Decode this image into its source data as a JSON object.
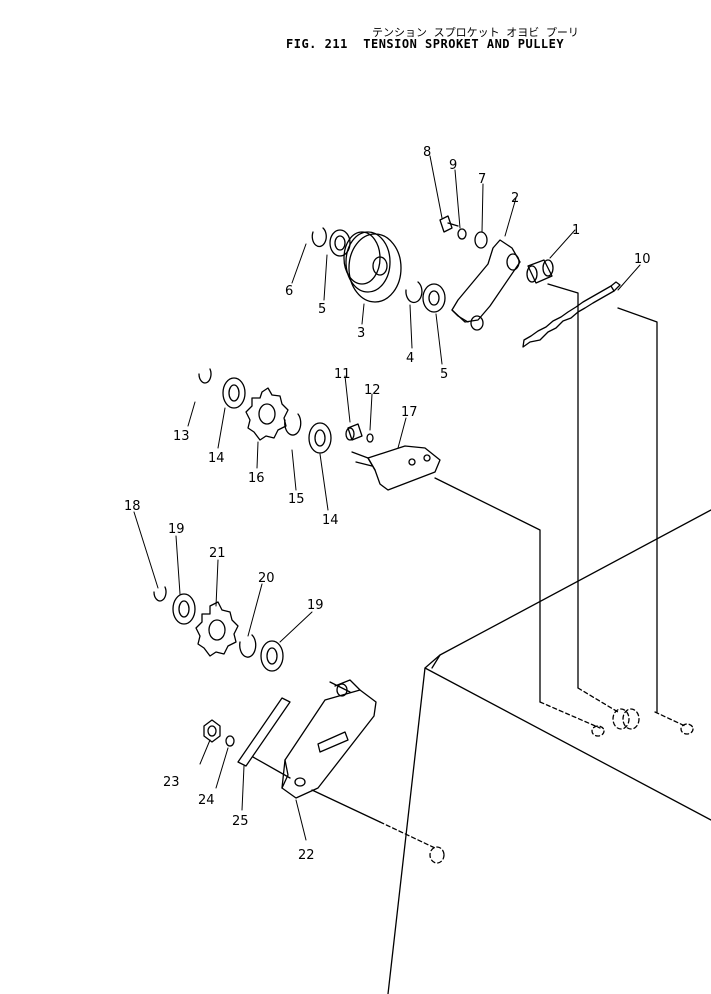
{
  "title": {
    "japanese": "テンション スプロケット オヨビ プーリ",
    "figure": "FIG. 211",
    "name": "TENSION SPROKET AND PULLEY"
  },
  "parts": [
    {
      "num": "1"
    },
    {
      "num": "2"
    },
    {
      "num": "3"
    },
    {
      "num": "4"
    },
    {
      "num": "5"
    },
    {
      "num": "5"
    },
    {
      "num": "6"
    },
    {
      "num": "7"
    },
    {
      "num": "8"
    },
    {
      "num": "9"
    },
    {
      "num": "10"
    },
    {
      "num": "11"
    },
    {
      "num": "12"
    },
    {
      "num": "13"
    },
    {
      "num": "14"
    },
    {
      "num": "14"
    },
    {
      "num": "15"
    },
    {
      "num": "16"
    },
    {
      "num": "17"
    },
    {
      "num": "18"
    },
    {
      "num": "19"
    },
    {
      "num": "19"
    },
    {
      "num": "20"
    },
    {
      "num": "21"
    },
    {
      "num": "22"
    },
    {
      "num": "23"
    },
    {
      "num": "24"
    },
    {
      "num": "25"
    }
  ]
}
